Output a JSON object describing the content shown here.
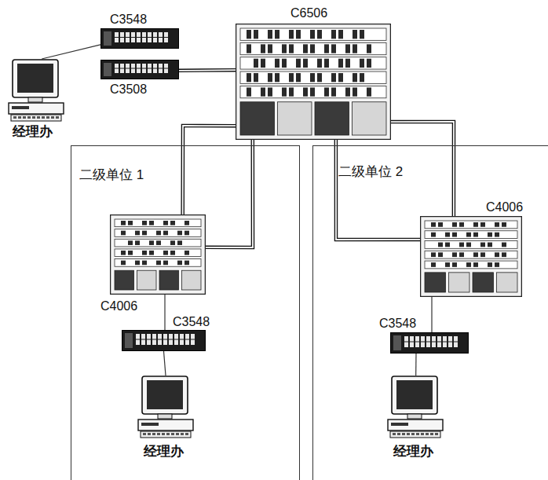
{
  "diagram": {
    "nodes": [
      {
        "text": [
          "C3548"
        ]
      },
      {
        "text": [
          "C3508"
        ]
      },
      {
        "text": [
          "C6506"
        ]
      },
      {
        "text": [
          "经理办"
        ]
      },
      {
        "text": [
          "二级单位 1"
        ]
      },
      {
        "text": [
          "C4006"
        ],
        "in": 4
      },
      {
        "text": [
          "C3548"
        ],
        "in": 4
      },
      {
        "text": [
          "经理办"
        ],
        "in": 4
      },
      {
        "text": [
          "二级单位 2"
        ]
      },
      {
        "text": [
          "C4006"
        ],
        "in": 8
      },
      {
        "text": [
          "C3548"
        ],
        "in": 8
      },
      {
        "text": [
          "经理办"
        ],
        "in": 8
      }
    ],
    "edges": [
      {
        "from": 3,
        "to": 0,
        "arrow": "none"
      },
      {
        "from": 1,
        "to": 2,
        "arrow": "none"
      },
      {
        "from": 2,
        "to": 5,
        "arrow": "none"
      },
      {
        "from": 2,
        "to": 5,
        "arrow": "none"
      },
      {
        "from": 2,
        "to": 9,
        "arrow": "none"
      },
      {
        "from": 2,
        "to": 9,
        "arrow": "none"
      },
      {
        "from": 5,
        "to": 6,
        "arrow": "none"
      },
      {
        "from": 6,
        "to": 7,
        "arrow": "none"
      },
      {
        "from": 9,
        "to": 10,
        "arrow": "none"
      },
      {
        "from": 10,
        "to": 11,
        "arrow": "none"
      }
    ]
  }
}
